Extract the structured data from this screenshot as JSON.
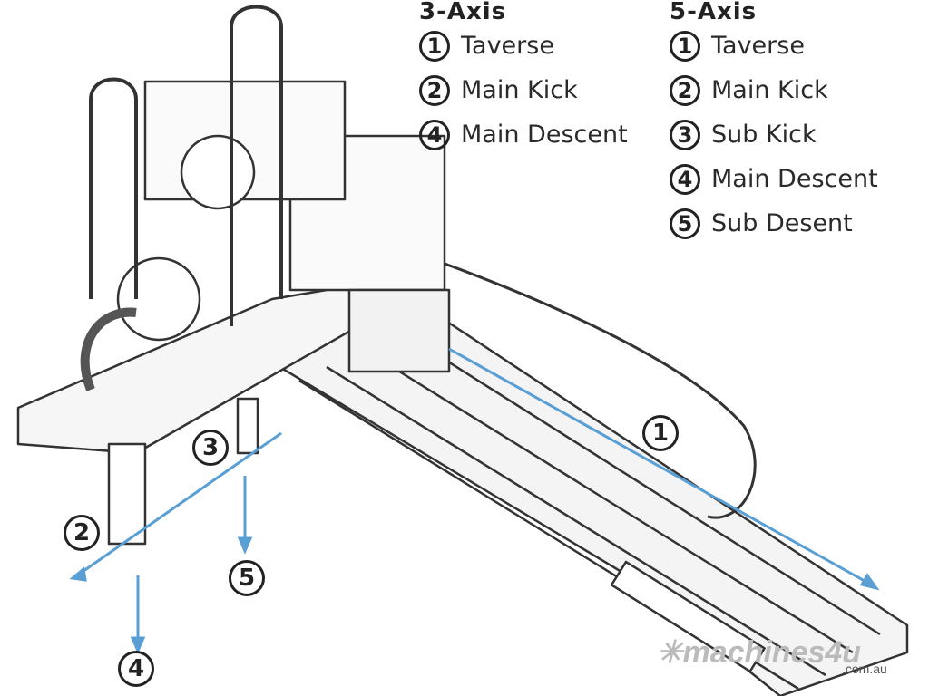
{
  "legend_3axis": {
    "title": "3-Axis",
    "items": [
      {
        "num": "1",
        "label": "Taverse"
      },
      {
        "num": "2",
        "label": "Main Kick"
      },
      {
        "num": "4",
        "label": "Main Descent"
      }
    ]
  },
  "legend_5axis": {
    "title": "5-Axis",
    "items": [
      {
        "num": "1",
        "label": "Taverse"
      },
      {
        "num": "2",
        "label": "Main Kick"
      },
      {
        "num": "3",
        "label": "Sub Kick"
      },
      {
        "num": "4",
        "label": "Main Descent"
      },
      {
        "num": "5",
        "label": "Sub Desent"
      }
    ]
  },
  "callouts": {
    "traverse": "1",
    "main_kick": "2",
    "sub_kick": "3",
    "main_descent": "4",
    "sub_descent": "5"
  },
  "colors": {
    "arrow": "#5a9fd4",
    "line": "#333333"
  },
  "watermark": {
    "brand": "machines4u",
    "domain": ".com.au"
  }
}
